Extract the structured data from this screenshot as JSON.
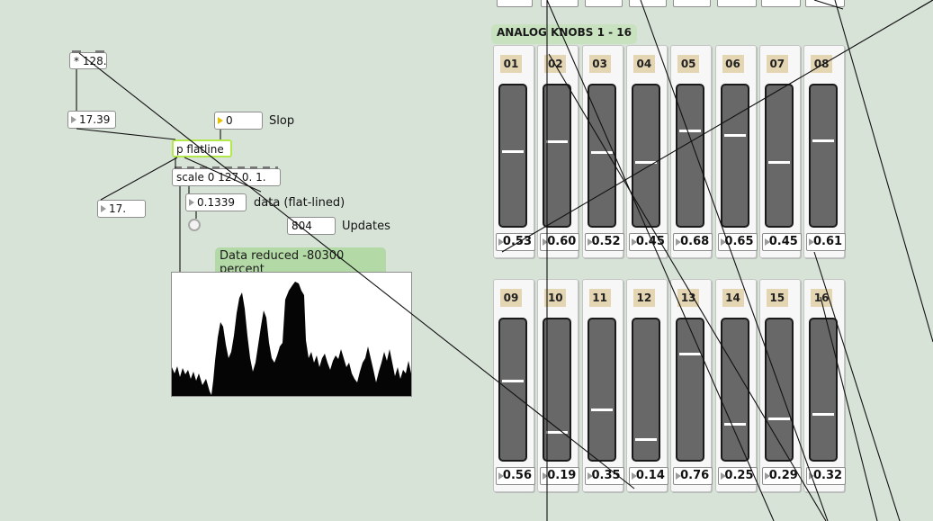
{
  "patch": {
    "mult_box": "* 128.",
    "in_number": "17.39",
    "slop_number": "0",
    "slop_label": "Slop",
    "flatline_box": "p flatline",
    "scale_box": "scale 0 127 0. 1.",
    "left_number": "17.",
    "data_number": "0.1339",
    "data_label": "data (flat-lined)",
    "updates_number": "804",
    "updates_label": "Updates",
    "reduced_comment": "Data reduced -80300 percent"
  },
  "knobs": {
    "title": "ANALOG KNOBS 1 - 16",
    "row1": [
      {
        "id": "01",
        "value": "0.53",
        "level": 0.53
      },
      {
        "id": "02",
        "value": "0.60",
        "level": 0.6
      },
      {
        "id": "03",
        "value": "0.52",
        "level": 0.52
      },
      {
        "id": "04",
        "value": "0.45",
        "level": 0.45
      },
      {
        "id": "05",
        "value": "0.68",
        "level": 0.68
      },
      {
        "id": "06",
        "value": "0.65",
        "level": 0.65
      },
      {
        "id": "07",
        "value": "0.45",
        "level": 0.45
      },
      {
        "id": "08",
        "value": "0.61",
        "level": 0.61
      }
    ],
    "row2": [
      {
        "id": "09",
        "value": "0.56",
        "level": 0.56
      },
      {
        "id": "10",
        "value": "0.19",
        "level": 0.19
      },
      {
        "id": "11",
        "value": "0.35",
        "level": 0.35
      },
      {
        "id": "12",
        "value": "0.14",
        "level": 0.14
      },
      {
        "id": "13",
        "value": "0.76",
        "level": 0.76
      },
      {
        "id": "14",
        "value": "0.25",
        "level": 0.25
      },
      {
        "id": "15",
        "value": "0.29",
        "level": 0.29
      },
      {
        "id": "16",
        "value": "0.32",
        "level": 0.32
      }
    ]
  },
  "colors": {
    "background": "#d8e3d8",
    "selected_outline": "#b2e84a",
    "comment_green": "#b3d9a6",
    "badge": "#e4d5b3",
    "slider_body": "#686868"
  }
}
